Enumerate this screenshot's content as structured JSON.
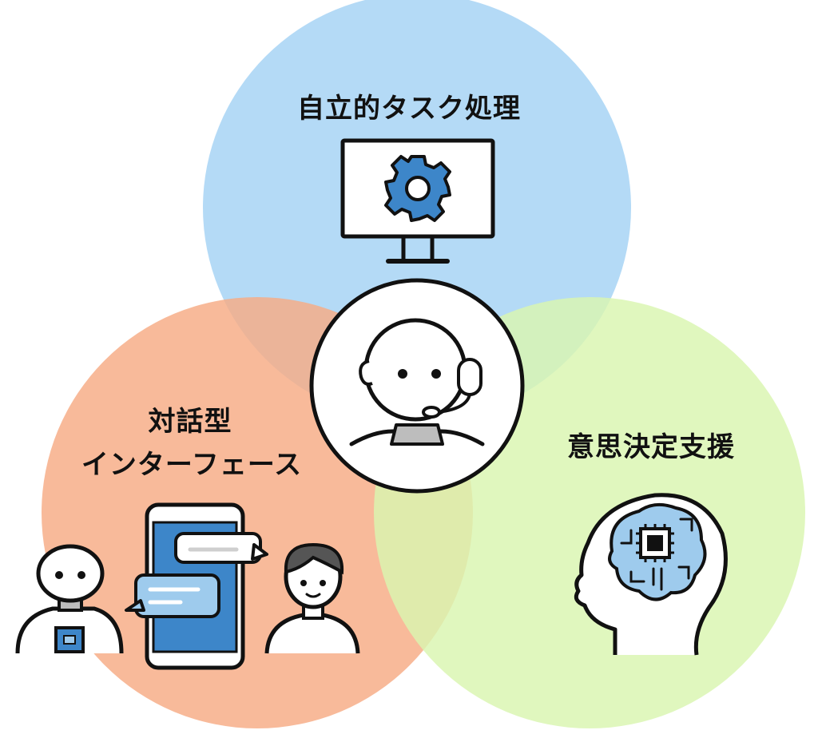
{
  "diagram": {
    "type": "venn",
    "colors": {
      "circle_top": "#a7d4f5",
      "circle_left": "#f6ab84",
      "circle_right": "#d9f5b0",
      "center_fill": "#ffffff",
      "outline": "#111111",
      "accent_blue": "#3d86c9",
      "light_blue": "#9ecbed",
      "headset_grey": "#bdbdbd"
    },
    "sets": [
      {
        "id": "top",
        "label_lines": [
          "自立的タスク処理"
        ],
        "icon": "monitor-gear-icon"
      },
      {
        "id": "left",
        "label_lines": [
          "対話型",
          "インターフェース"
        ],
        "icon": "robot-phone-chat-person-icon"
      },
      {
        "id": "right",
        "label_lines": [
          "意思決定支援"
        ],
        "icon": "head-brain-chip-icon"
      }
    ],
    "center": {
      "icon": "operator-headset-icon"
    }
  }
}
